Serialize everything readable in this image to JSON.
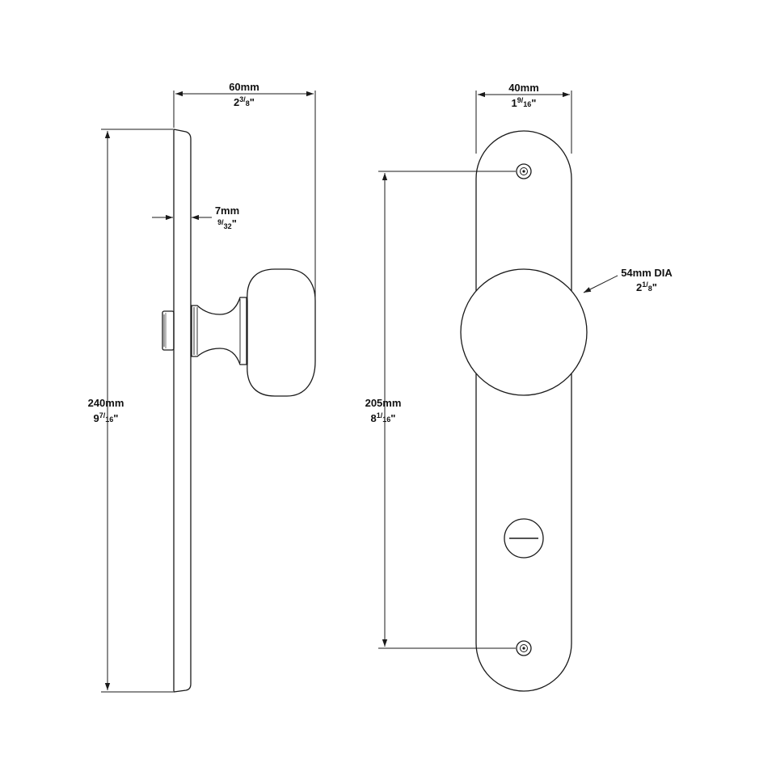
{
  "drawing": {
    "line_color": "#1a1a1a",
    "background": "#ffffff",
    "side_view": {
      "projection": {
        "main": "60mm",
        "imperial": "2",
        "num": "3",
        "den": "8"
      },
      "height": {
        "main": "240mm",
        "imperial": "9",
        "num": "7",
        "den": "16"
      },
      "thickness": {
        "main": "7mm",
        "num": "9",
        "den": "32"
      }
    },
    "front_view": {
      "width": {
        "main": "40mm",
        "imperial": "1",
        "num": "9",
        "den": "16"
      },
      "screw_centers": {
        "main": "205mm",
        "imperial": "8",
        "num": "1",
        "den": "16"
      },
      "knob_diameter": {
        "main": "54mm DIA",
        "imperial": "2",
        "num": "1",
        "den": "8"
      }
    },
    "inch_mark": "\""
  }
}
